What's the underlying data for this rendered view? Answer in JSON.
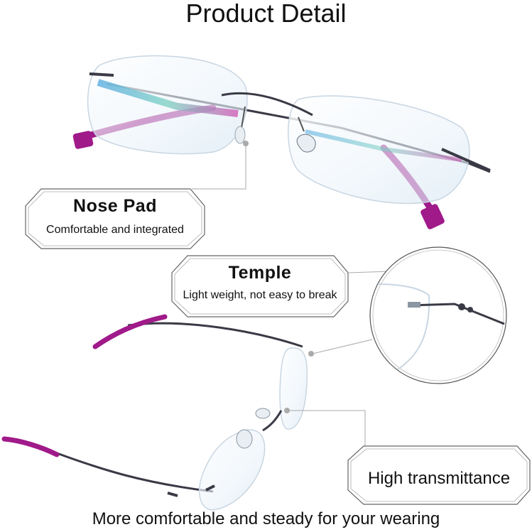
{
  "title": "Product Detail",
  "footer": "More comfortable and steady for your wearing",
  "callouts": {
    "nose_pad": {
      "title": "Nose Pad",
      "subtitle": "Comfortable and integrated"
    },
    "temple": {
      "title": "Temple",
      "subtitle": "Light weight, not easy to break"
    },
    "transmittance": {
      "title": "High transmittance"
    }
  },
  "colors": {
    "frame": "#3a3a46",
    "temple_tip": "#a01a8a",
    "lens_edge": "#c9d6e2",
    "lens_tint": "#7fb8e0"
  }
}
